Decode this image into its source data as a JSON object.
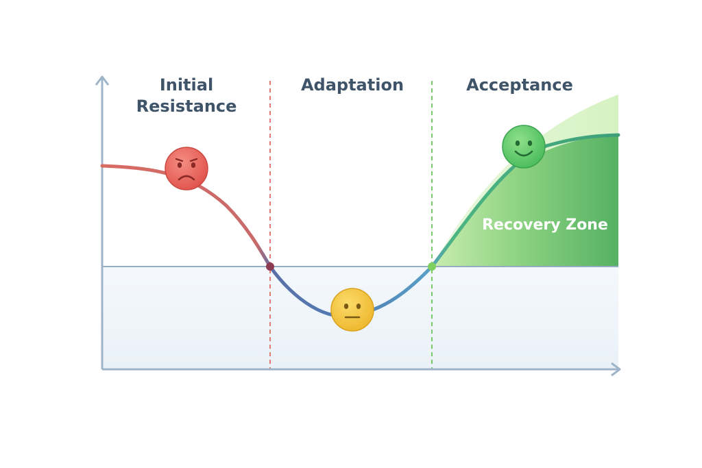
{
  "phases": {
    "initial": {
      "line1": "Initial",
      "line2": "Resistance"
    },
    "adaptation": {
      "label": "Adaptation"
    },
    "acceptance": {
      "label": "Acceptance"
    }
  },
  "zone": {
    "label": "Recovery Zone"
  },
  "colors": {
    "axis": "#9fb4c8",
    "baseline": "#93aec3",
    "lower_fill": "#eef4f9",
    "divider_resistance": "#e07b72",
    "divider_acceptance": "#78c96a",
    "curve_resistance": "#d96b63",
    "curve_adaptation": "#4f80b5",
    "curve_acceptance": "#3fae78",
    "zone_green": "#5cb56a",
    "zone_light": "#dff5cf",
    "face_sad": "#ea625b",
    "face_neutral": "#f4c542",
    "face_happy": "#5ccc6c"
  },
  "faces": {
    "sad": "sad-face",
    "neutral": "neutral-face",
    "happy": "happy-face"
  }
}
